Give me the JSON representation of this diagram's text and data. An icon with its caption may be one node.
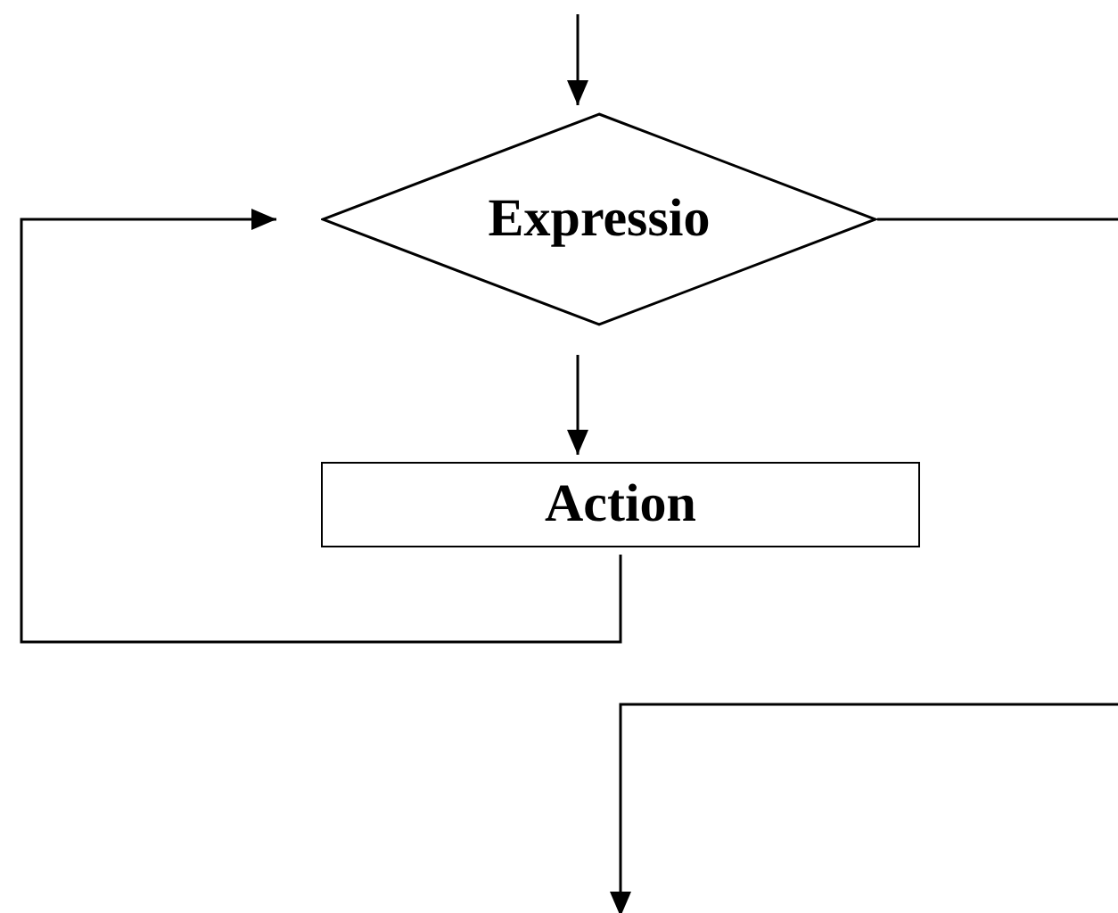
{
  "diagram": {
    "nodes": [
      {
        "text": [
          "Expressio"
        ]
      },
      {
        "text": [
          "Action"
        ]
      }
    ],
    "edges": [
      {
        "from": null,
        "to": 0,
        "arrow": "to"
      },
      {
        "from": 0,
        "to": 1,
        "arrow": "to"
      },
      {
        "from": 1,
        "to": 0,
        "arrow": "to"
      },
      {
        "from": 0,
        "to": null,
        "arrow": "to"
      }
    ]
  }
}
